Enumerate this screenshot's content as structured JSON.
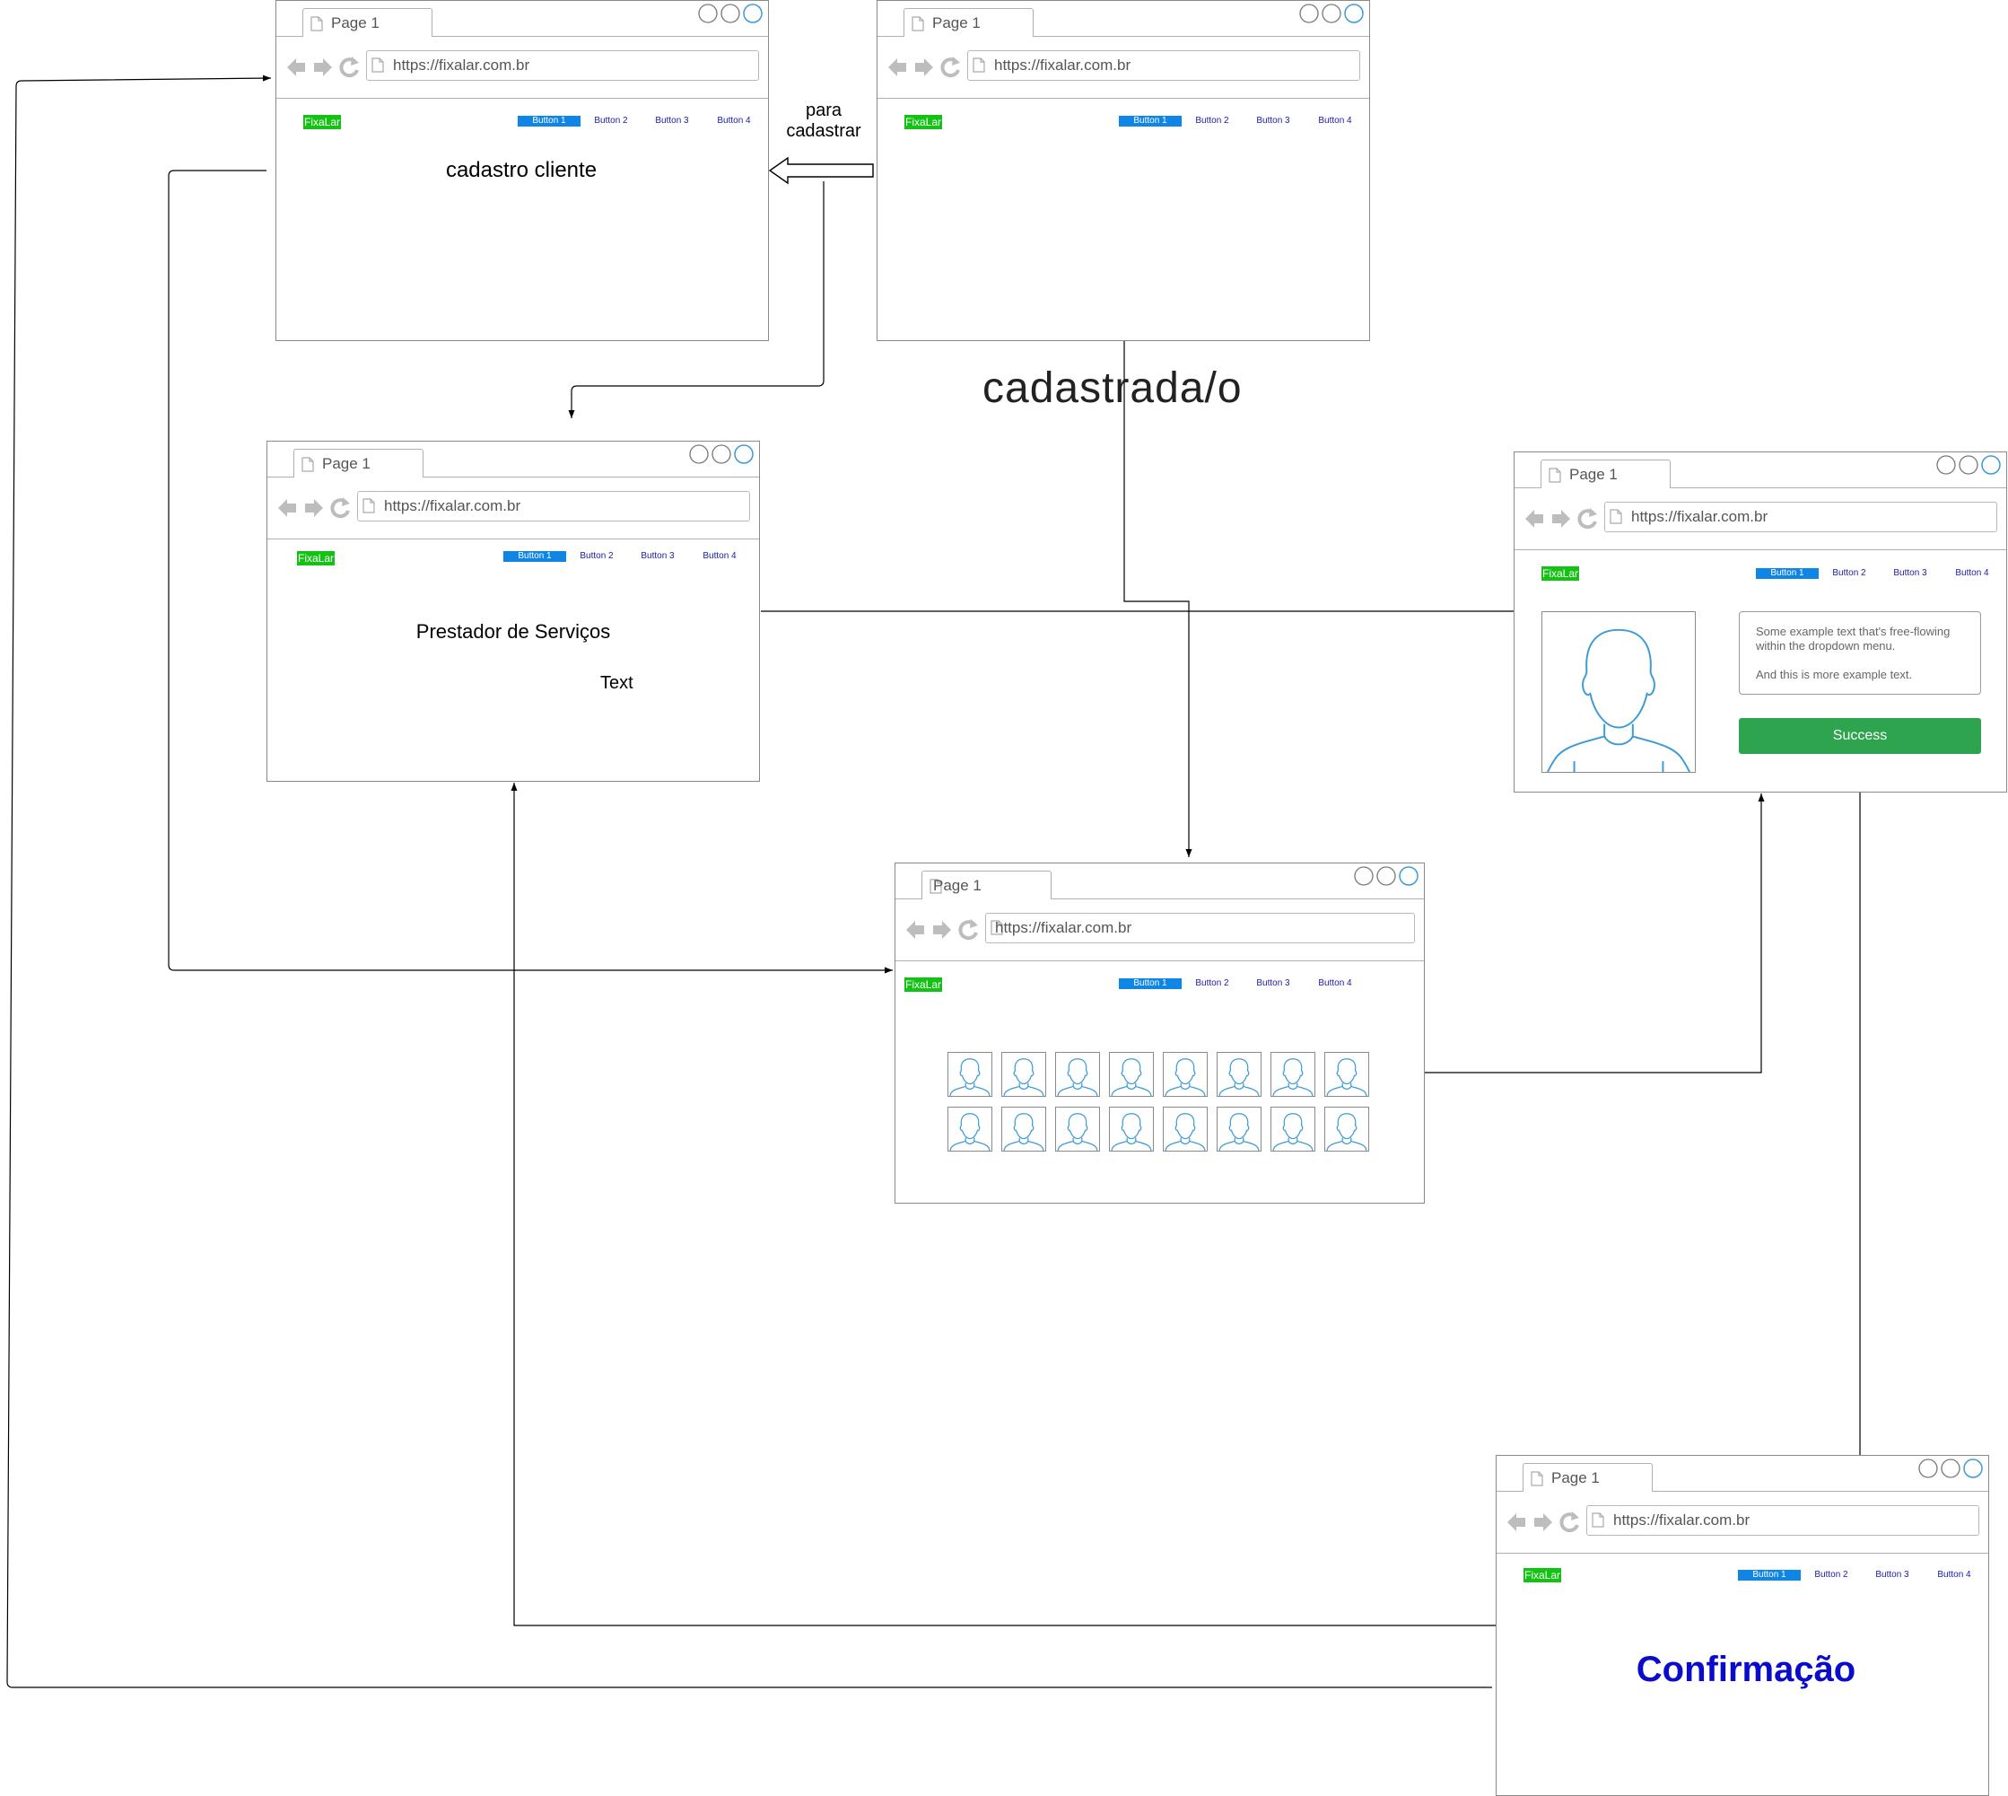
{
  "common": {
    "tab_label": "Page 1",
    "url": "https://fixalar.com.br",
    "logo": "FixaLar",
    "buttons": [
      "Button 1",
      "Button 2",
      "Button 3",
      "Button 4"
    ]
  },
  "labels": {
    "para_cadastrar_1": "para",
    "para_cadastrar_2": "cadastrar",
    "cadastrada": "cadastrada/o"
  },
  "screens": {
    "cadastro_cliente": {
      "title": "cadastro cliente"
    },
    "prestador": {
      "title": "Prestador de Serviços",
      "text": "Text"
    },
    "profile": {
      "dropdown_line1": "Some example text that's free-flowing within the dropdown menu.",
      "dropdown_line2": "And this is more example text.",
      "success_label": "Success"
    },
    "confirmacao": {
      "title": "Confirmação"
    }
  },
  "colors": {
    "logo_bg": "#13c213",
    "button_active": "#0f86e6",
    "nav_text": "#1a1aa6",
    "success": "#2fa44f",
    "confirm_title": "#0b0bcc",
    "avatar_stroke": "#3d9bd6"
  }
}
